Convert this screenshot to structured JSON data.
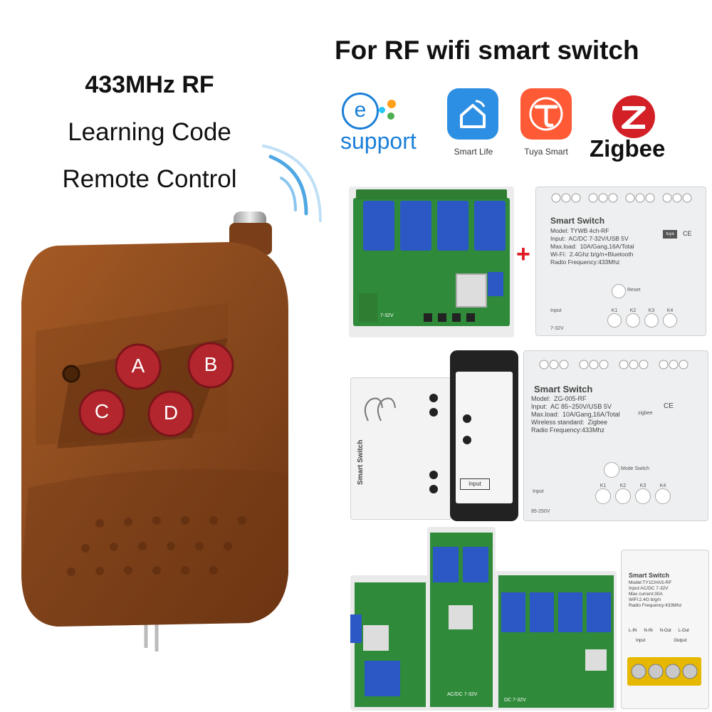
{
  "title": "For RF wifi smart switch",
  "rf_heading": "433MHz RF",
  "rf_line1": "Learning Code",
  "rf_line2": "Remote Control",
  "remote_buttons": [
    "A",
    "B",
    "C",
    "D"
  ],
  "logos": {
    "esupport_e": "e",
    "esupport_word": "support",
    "smart_life": "Smart Life",
    "tuya": "Tuya Smart",
    "zigbee": "Zigbee"
  },
  "colors": {
    "remote_wood": "#8a4a1e",
    "remote_button": "#b3262d",
    "esupport_blue": "#1b7fd8",
    "smart_life_blue": "#2d8fe3",
    "tuya_orange": "#ff5a36",
    "zigbee_red": "#d32027",
    "pcb_green": "#2f8a3a",
    "relay_blue": "#2b58c4",
    "plus_red": "#e01b24"
  },
  "product1": {
    "name": "Smart Switch",
    "model": "Model: TYWB 4ch-RF",
    "input": "Input:  AC/DC 7-32V/USB 5V",
    "maxload": "Max.load:  10A/Gang,16A/Total",
    "wifi": "Wi-Fi:  2.4Ghz b/g/n+Bluetooth",
    "radio": "Radio Frequency:433Mhz",
    "reset": "Reset",
    "input_label": "Input",
    "voltage": "7-32V",
    "keys": [
      "K1",
      "K2",
      "K3",
      "K4"
    ],
    "brand": "tuya",
    "ce": "CE"
  },
  "product2": {
    "name": "Smart  Switch",
    "model": "Model:  ZG-005-RF",
    "input": "Input:  AC 85~250V/USB 5V",
    "maxload": "Max.load:  10A/Gang,16A/Total",
    "wireless": "Wireless standard:  Zigbee",
    "radio": "Radio Frequency:433Mhz",
    "mode": "Mode Switch",
    "input_label": "Input",
    "voltage": "85-250V",
    "keys": [
      "K1",
      "K2",
      "K3",
      "K4"
    ],
    "brand": "zigbee",
    "ce": "CE"
  },
  "product_small": {
    "name": "Smart Switch",
    "input_btn": "Input"
  },
  "product3": {
    "name": "Smart Switch",
    "model": "Model:TY1CHAS-RF",
    "input": "Input:AC/DC 7-32V",
    "current": "Max current:30A",
    "wifi": "WiFi:2.4G b/g/n",
    "radio": "Radio Frequency:433Mhz",
    "terminals": [
      "L-IN",
      "N-IN",
      "N-Out",
      "L-Out"
    ],
    "term_labels": [
      "Input",
      "Output"
    ]
  },
  "pcb_labels": {
    "board1_voltage": "7-32V",
    "board5_voltage": "AC/DC 7-32V",
    "board6_voltage": "DC 7-32V"
  }
}
